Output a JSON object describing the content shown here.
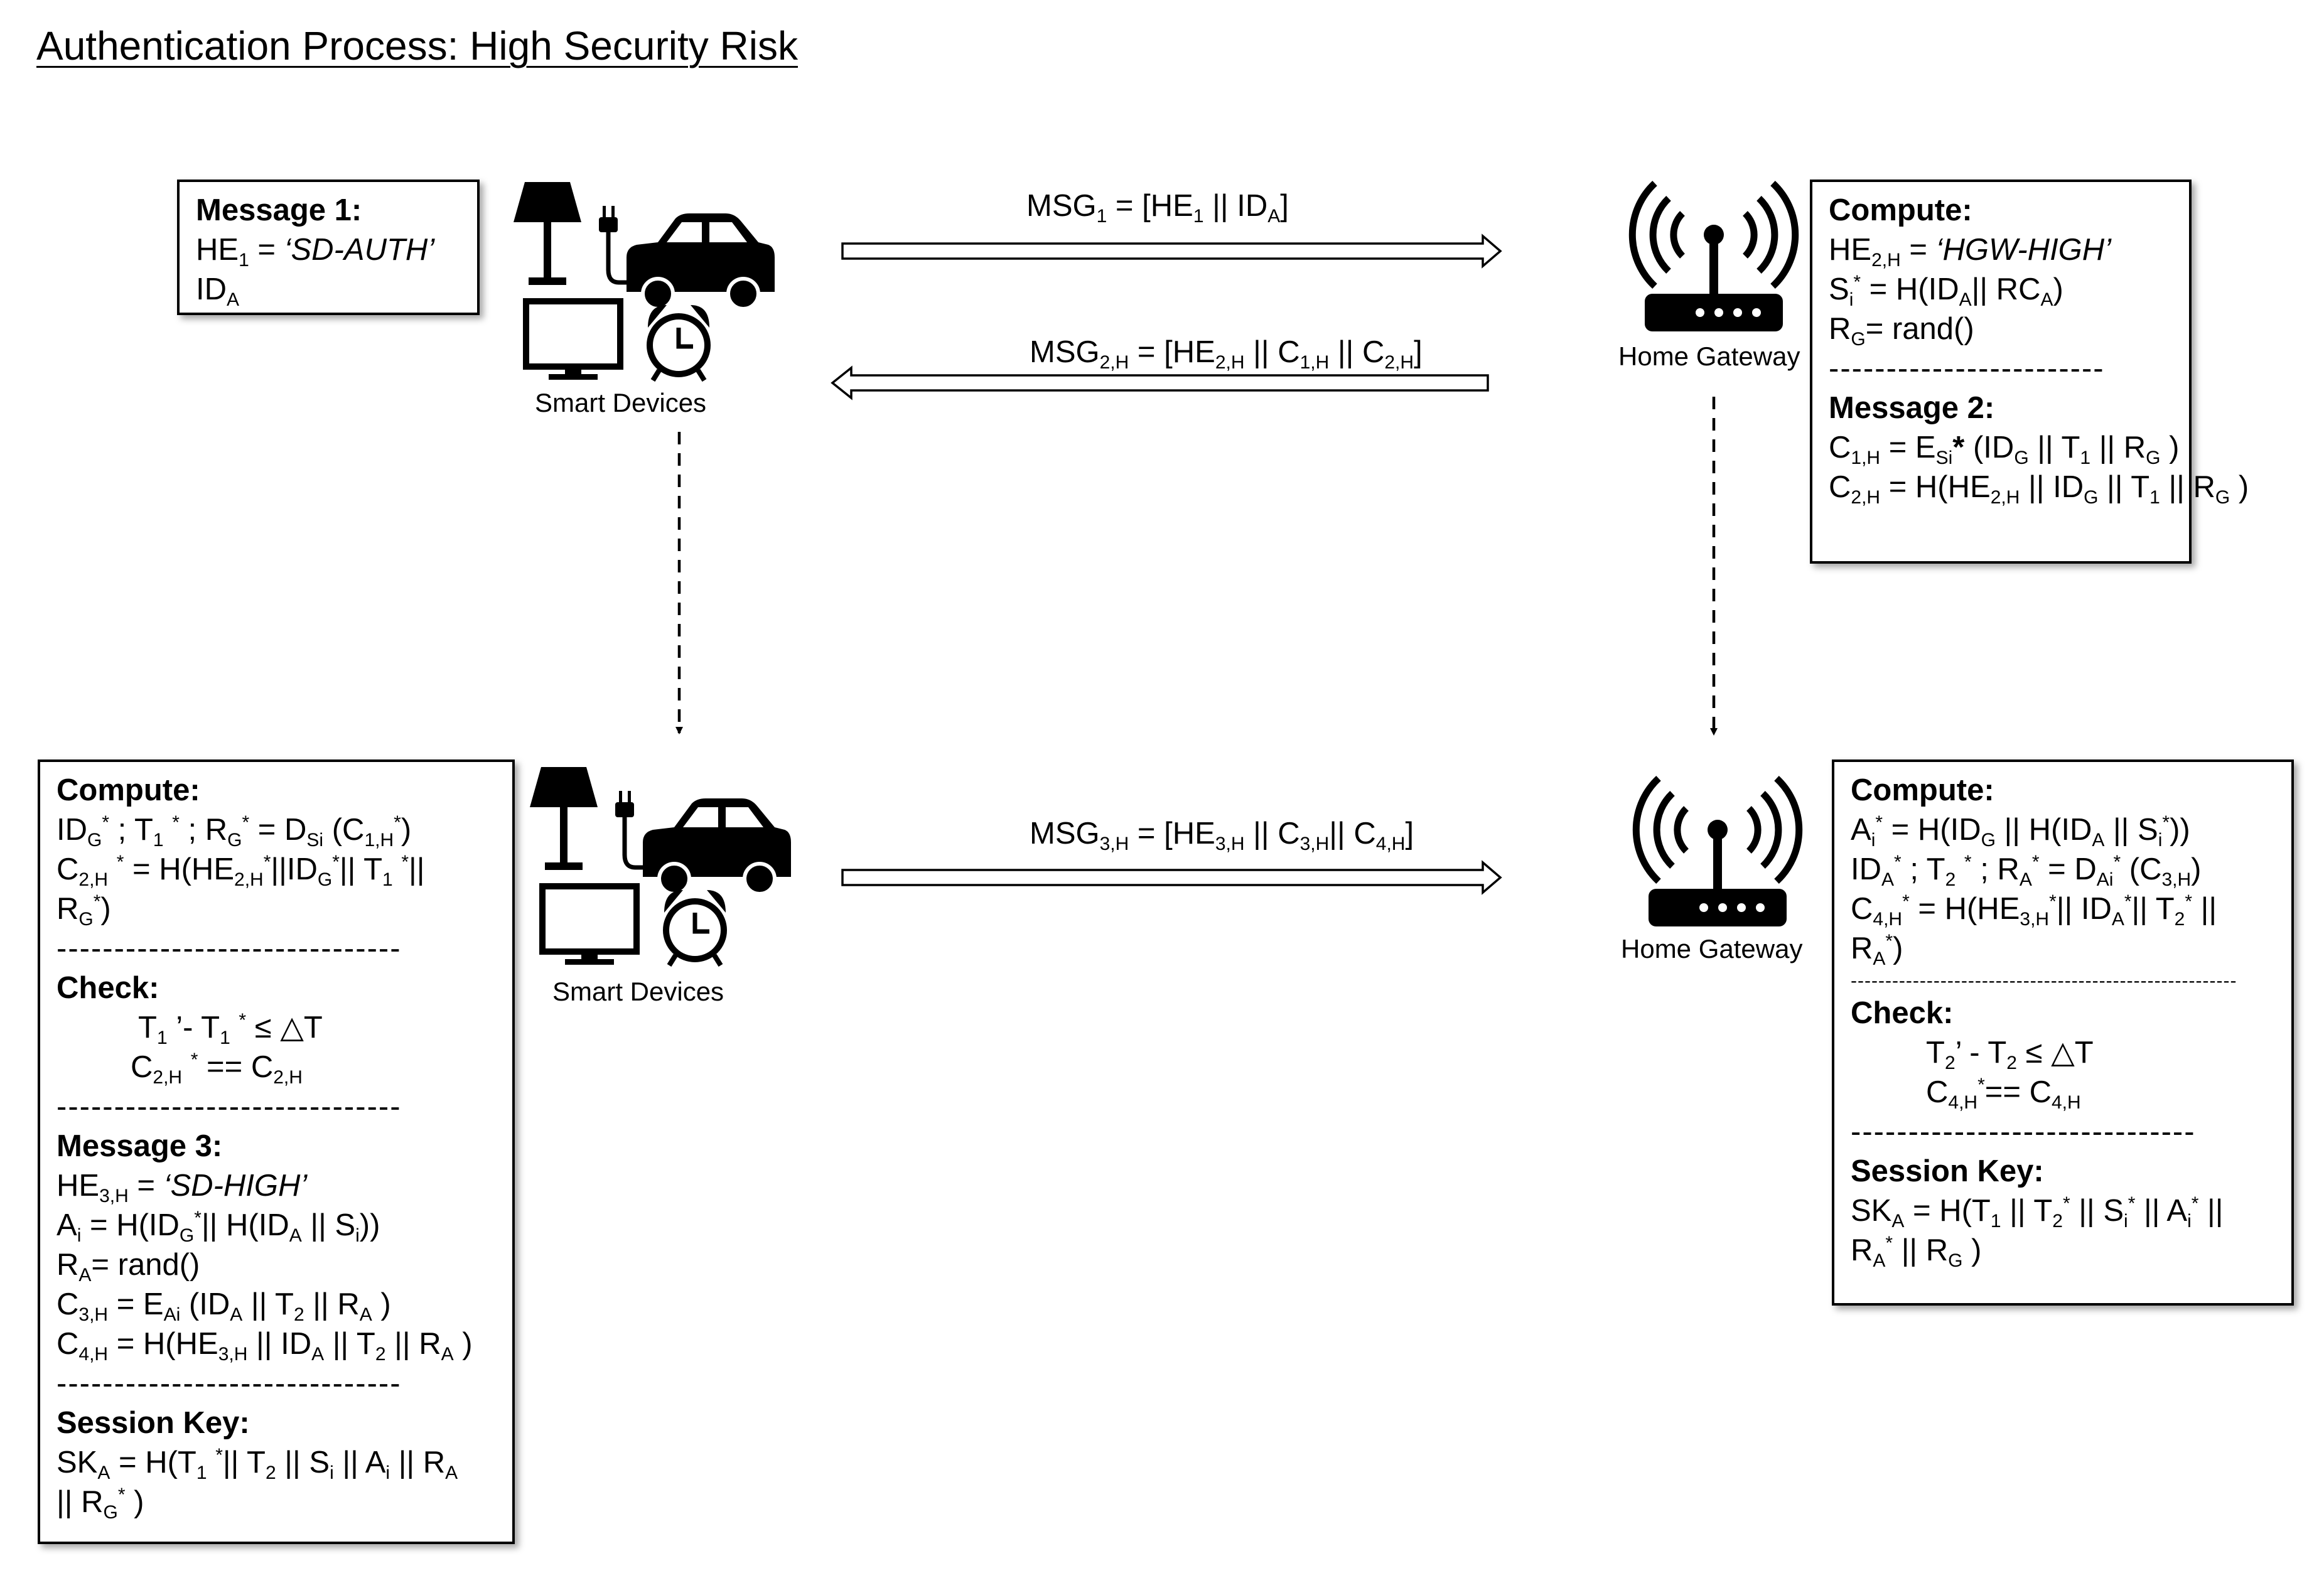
{
  "title": "Authentication Process: High Security Risk",
  "labels": {
    "smart_devices": "Smart Devices",
    "home_gateway": "Home Gateway"
  },
  "icons": [
    "lamp-icon",
    "car-icon",
    "monitor-icon",
    "alarm-clock-icon",
    "router-icon"
  ],
  "messages": {
    "msg1": "MSG1 = [HE1 || IDA]",
    "msg2": "MSG2,H = [HE2,H || C1,H || C2,H]",
    "msg3": "MSG3,H = [HE3,H || C3,H|| C4,H]"
  },
  "box_device_msg1": {
    "heading": "Message 1:",
    "lines": [
      "HE1 = ‘SD-AUTH’",
      "IDA"
    ]
  },
  "box_gateway_compute": {
    "compute_heading": "Compute:",
    "compute_lines": [
      "HE2,H = ‘HGW-HIGH’",
      "Si* = H(IDA|| RCA)",
      "RG= rand()"
    ],
    "message_heading": "Message 2:",
    "message_lines": [
      "C1,H = ESi* (IDG || T1 || RG )",
      "C2,H = H(HE2,H || IDG || T1 || RG )"
    ]
  },
  "box_device_verify": {
    "compute_heading": "Compute:",
    "compute_lines": [
      "IDG* ; T1 * ; RG* = DSi (C1,H*)",
      "C2,H * = H(HE2,H*||IDG*|| T1 *||",
      "RG*)"
    ],
    "check_heading": "Check:",
    "check_lines": [
      "T1 ’- T1 * ≤ △T",
      "C2,H * == C2,H"
    ],
    "message_heading": "Message 3:",
    "message_lines": [
      "HE3,H = ‘SD-HIGH’",
      "Ai = H(IDG*|| H(IDA || Si))",
      "RA= rand()",
      "C3,H = EAi (IDA || T2 || RA )",
      "C4,H = H(HE3,H || IDA || T2 || RA )"
    ],
    "session_heading": "Session Key:",
    "session_lines": [
      "SKA = H(T1 *|| T2 || Si || Ai || RA",
      "|| RG* )"
    ]
  },
  "box_gateway_verify": {
    "compute_heading": "Compute:",
    "compute_lines": [
      "Ai* = H(IDG || H(IDA || Si*))",
      "IDA* ; T2 * ; RA* = DAi* (C3,H)",
      "C4,H* = H(HE3,H*|| IDA*|| T2* ||",
      "RA*)"
    ],
    "check_heading": "Check:",
    "check_lines": [
      "T2’ - T2 ≤ △T",
      "C4,H*== C4,H"
    ],
    "session_heading": "Session Key:",
    "session_lines": [
      "SKA = H(T1 || T2* || Si* || Ai* ||",
      "RA* || RG )"
    ]
  }
}
